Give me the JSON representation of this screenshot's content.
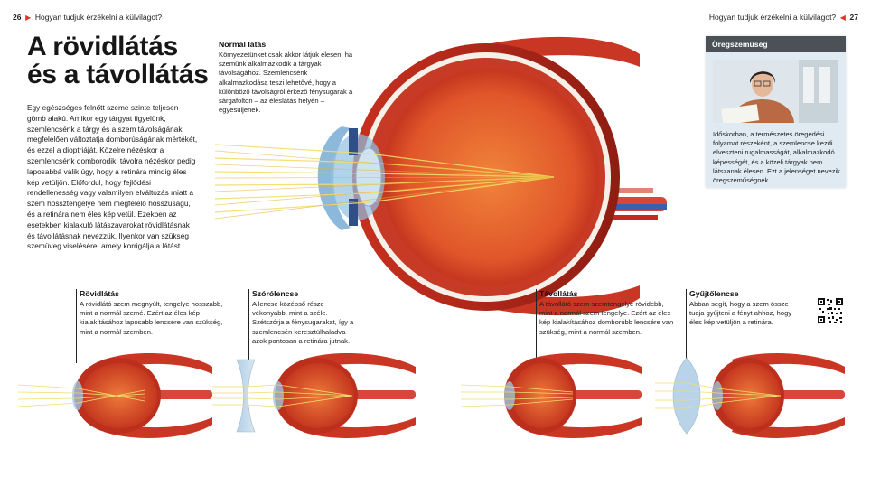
{
  "header": {
    "left_page_number": "26",
    "left_running_title": "Hogyan tudjuk érzékelni a külvilágot?",
    "right_running_title": "Hogyan tudjuk érzékelni a külvilágot?",
    "right_page_number": "27"
  },
  "main": {
    "title_line1": "A rövidlátás",
    "title_line2": "és a távollátás",
    "intro": "Egy egészséges felnőtt szeme szinte teljesen gömb alakú. Amikor egy tárgyat figyelünk, szemlencsénk a tárgy és a szem távolságának megfelelően változtatja domborúságának mértékét, és ezzel a dioptriáját. Közelre nézéskor a szemlencsénk domborodik, távolra nézéskor pedig laposabbá válik úgy, hogy a retinára mindig éles kép vetüljön. Előfordul, hogy fejlődési rendellenesség vagy valamilyen elváltozás miatt a szem hossztengelye nem megfelelő hosszúságú, és a retinára nem éles kép vetül. Ezekben az esetekben kialakuló látászavarokat rövidlátásnak és távollátásnak nevezzük. Ilyenkor van szükség szemüveg viselésére, amely korrigálja a látást."
  },
  "normal_vision": {
    "heading": "Normál látás",
    "text": "Környezetünket csak akkor látjuk élesen, ha szemünk alkalmazkodik a tárgyak távolságához. Szemlencsénk alkalmazkodása teszi lehetővé, hogy a különböző távolságról érkező fénysugarak a sárgafolton – az éleslátás helyén – egyesüljenek."
  },
  "callouts": [
    {
      "heading": "Rövidlátás",
      "text": "A rövidlátó szem megnyúlt, tengelye hosszabb, mint a normál szemé. Ezért az éles kép kialakításához laposabb lencsére van szükség, mint a normál szemben."
    },
    {
      "heading": "Szórólencse",
      "text": "A lencse középső része vékonyabb, mint a széle. Szétszórja a fénysugarakat, így a szemlencsén keresztülhaladva azok pontosan a retinára jutnak."
    },
    {
      "heading": "Távollátás",
      "text": "A távollátó szem szemtengelye rövidebb, mint a normál szem tengelye. Ezért az éles kép kialakításához domborúbb lencsére van szükség, mint a normál szemben."
    },
    {
      "heading": "Gyűjtőlencse",
      "text": "Abban segít, hogy a szem össze tudja gyűjteni a fényt ahhoz, hogy éles kép vetüljön a retinára."
    }
  ],
  "aside": {
    "heading": "Öregszeműség",
    "text": "Időskorban, a természetes öregedési folyamat részeként, a szemlencse kezdi elveszteni rugalmasságát, alkalmazkodó képességét, és a közeli tárgyak nem látszanak élesen. Ezt a jelenséget nevezik öregszeműségnek."
  },
  "colors": {
    "accent_red": "#d63a2f",
    "eye_red": "#c42a1c",
    "light_ray": "#f3dc6a",
    "aside_bg": "#dfeaf3",
    "aside_head": "#4b5157"
  },
  "icons": [
    "page-marker-triangle",
    "qr-code"
  ]
}
